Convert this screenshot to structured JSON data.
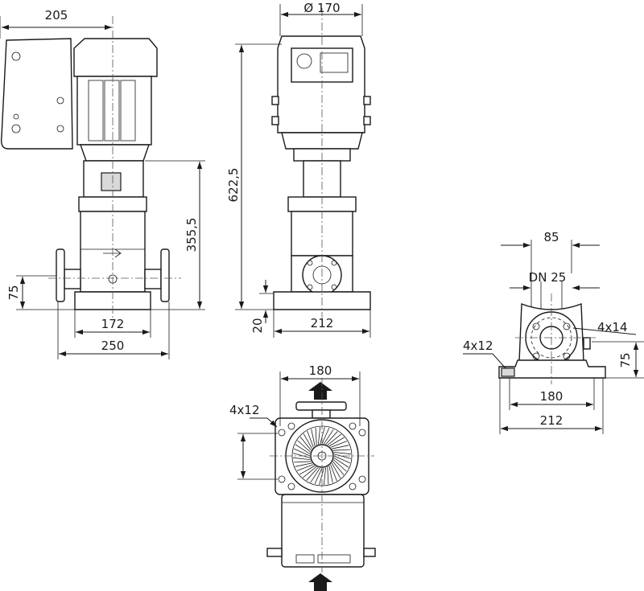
{
  "drawing": {
    "side_view": {
      "width_motor": "205",
      "height_pump": "355,5",
      "height_flange": "75",
      "base_inner": "172",
      "base_outer": "250"
    },
    "front_view": {
      "motor_diameter": "Ø 170",
      "total_height": "622,5",
      "base_height": "20",
      "base_width": "212"
    },
    "top_view": {
      "hole_spacing": "180",
      "holes": "4x12"
    },
    "flange_view": {
      "flange_offset": "85",
      "nominal_diameter": "DN 25",
      "flange_holes": "4x14",
      "base_holes": "4x12",
      "flange_height": "75",
      "hole_spacing": "180",
      "base_width": "212"
    }
  }
}
